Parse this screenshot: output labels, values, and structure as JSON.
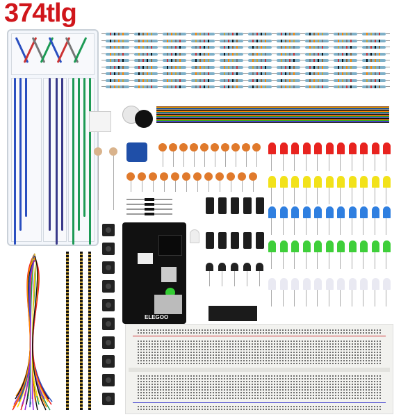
{
  "title": "374tlg",
  "power_module": {
    "logo": "ELEGOO"
  },
  "colors": {
    "title": "#d0161b",
    "led_red": "#e8231f",
    "led_yellow": "#f2e21a",
    "led_blue": "#2f7fe0",
    "led_green": "#3fcf3a",
    "led_white": "#e9e9f2",
    "breadboard": "#f2f2ef",
    "potentiometer": "#1f4fa8"
  },
  "components": [
    "resistors",
    "optocoupler",
    "buzzers",
    "dupont-ribbon-cable",
    "photoresistors",
    "potentiometer",
    "ceramic-capacitors",
    "leds",
    "electrolytic-capacitors",
    "diodes",
    "power-supply-module",
    "transistors",
    "ic-chip",
    "breadboard",
    "pin-headers",
    "push-buttons",
    "jumper-wires",
    "jumper-wire-box"
  ]
}
